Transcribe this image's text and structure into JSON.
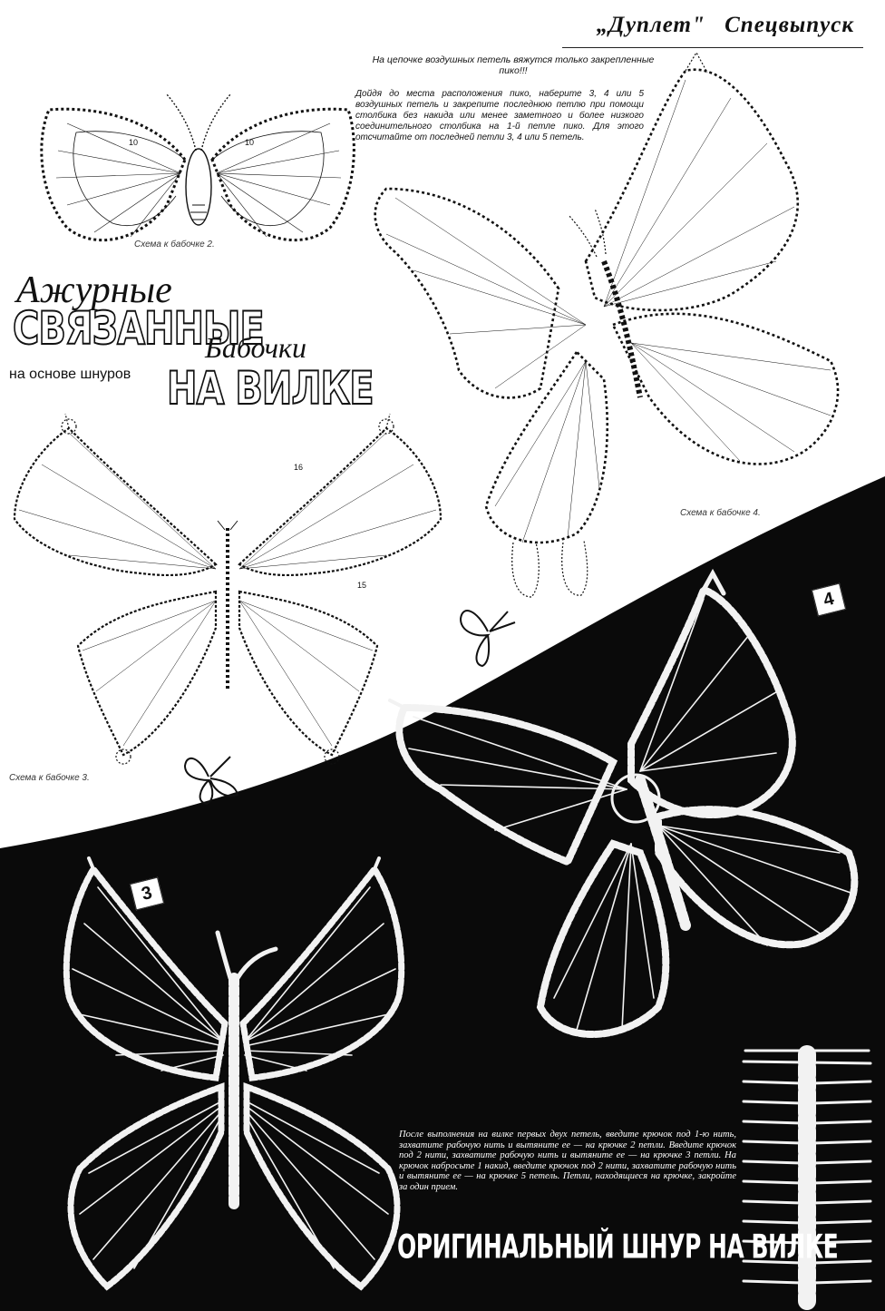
{
  "header": {
    "publication": "„Дуплет\"",
    "issue": "Спецвыпуск"
  },
  "notes": {
    "picot_title": "На цепочке воздушных петель вяжутся только закрепленные пико!!!",
    "picot_body": "Дойдя до места расположения пико, наберите 3, 4 или 5 воздушных петель и закрепите последнюю петлю при помощи столбика без накида или менее заметного и более низкого соединительного столбика на 1-й петле пико. Для этого отсчитайте от последней петли 3, 4 или 5 петель."
  },
  "captions": {
    "scheme2": "Схема к бабочке 2.",
    "scheme3": "Схема к бабочке 3.",
    "scheme4": "Схема к бабочке 4."
  },
  "title": {
    "line1": "Ажурные",
    "line2": "СВЯЗАННЫЕ",
    "line3": "Бабочки",
    "line4": "на основе шнуров",
    "line5": "НА ВИЛКЕ"
  },
  "instructions": "После выполнения на вилке первых двух петель, введите крючок под 1-ю нить, захватите рабочую нить и вытяните ее — на крючке 2 петли. Введите крючок под 2 нити, захватите рабочую нить и вытяните ее — на крючке 3 петли. На крючок набросьте 1 накид, введите крючок под 2 нити, захватите рабочую нить и вытяните ее — на крючке 5 петель. Петли, находящиеся на крючке, закройте за один прием.",
  "cord_title": "ОРИГИНАЛЬНЫЙ ШНУР НА ВИЛКЕ",
  "badges": {
    "photo3": "3",
    "photo4": "4"
  },
  "diagram_numbers": {
    "n10a": "10",
    "n10b": "10",
    "n16": "16",
    "n15": "15"
  },
  "colors": {
    "paper": "#ffffff",
    "ink": "#111111",
    "dark_background": "#0a0a0a",
    "lace": "#f2f2f2"
  }
}
